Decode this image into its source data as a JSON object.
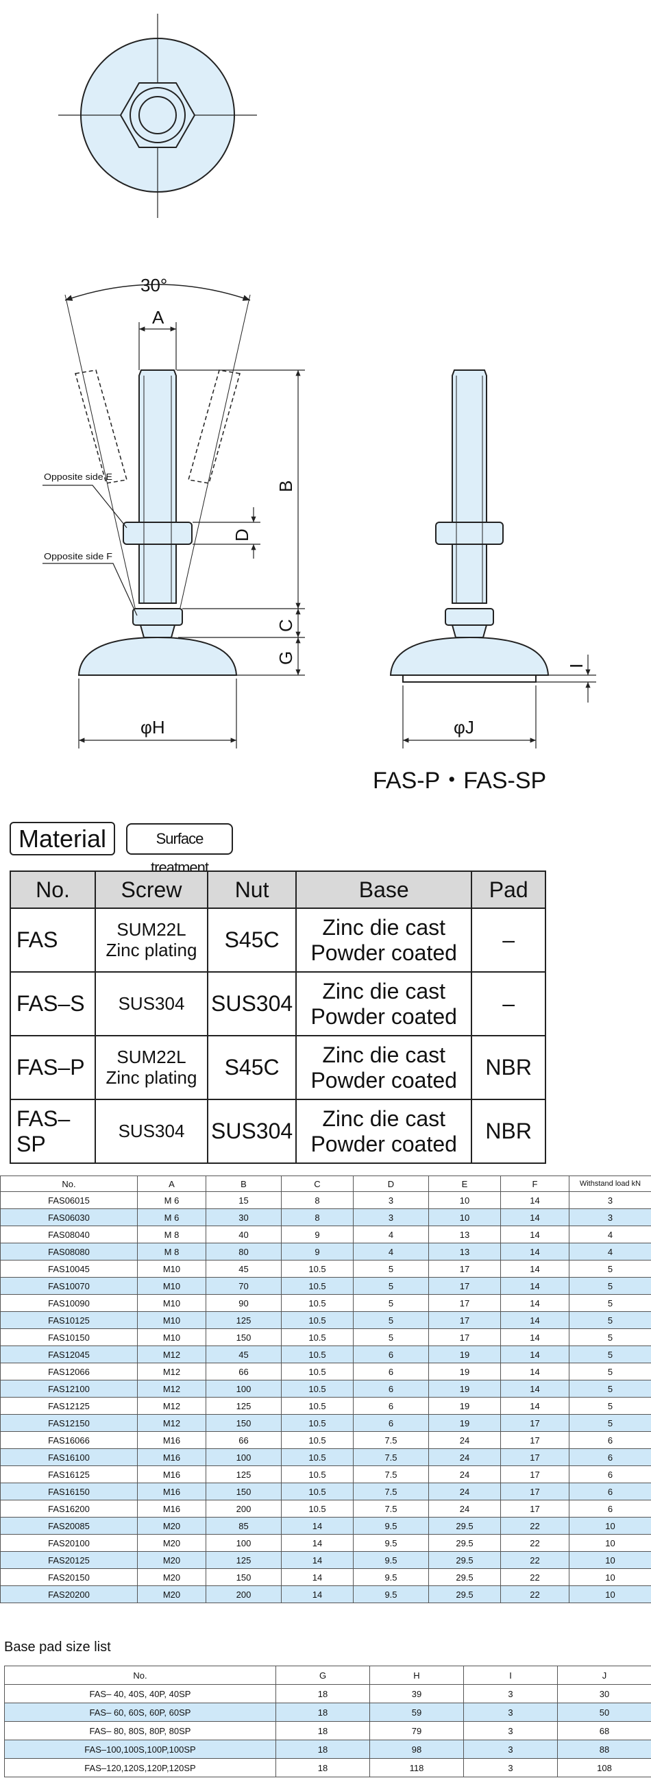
{
  "drawing": {
    "angle_label": "30°",
    "dim_a": "A",
    "dim_b": "B",
    "dim_c": "C",
    "dim_d": "D",
    "dim_g": "G",
    "dim_h": "φH",
    "dim_i": "I",
    "dim_j": "φJ",
    "opposite_e": "Opposite side E",
    "opposite_f": "Opposite side F",
    "variant_caption": "FAS-P・FAS-SP"
  },
  "material": {
    "title": "Material",
    "surface_title": "Surface treatment",
    "headers": [
      "No.",
      "Screw",
      "Nut",
      "Base",
      "Pad"
    ],
    "rows": [
      {
        "no": "FAS",
        "screw": "SUM22L\nZinc plating",
        "nut": "S45C",
        "base": "Zinc die cast\nPowder coated",
        "pad": "–"
      },
      {
        "no": "FAS–S",
        "screw": "SUS304",
        "nut": "SUS304",
        "base": "Zinc die cast\nPowder coated",
        "pad": "–"
      },
      {
        "no": "FAS–P",
        "screw": "SUM22L\nZinc plating",
        "nut": "S45C",
        "base": "Zinc die cast\nPowder coated",
        "pad": "NBR"
      },
      {
        "no": "FAS–SP",
        "screw": "SUS304",
        "nut": "SUS304",
        "base": "Zinc die cast\nPowder coated",
        "pad": "NBR"
      }
    ]
  },
  "spec": {
    "headers": [
      "No.",
      "A",
      "B",
      "C",
      "D",
      "E",
      "F",
      "Withstand load kN"
    ],
    "rows": [
      [
        "FAS06015",
        "M 6",
        "15",
        "8",
        "3",
        "10",
        "14",
        "3"
      ],
      [
        "FAS06030",
        "M 6",
        "30",
        "8",
        "3",
        "10",
        "14",
        "3"
      ],
      [
        "FAS08040",
        "M 8",
        "40",
        "9",
        "4",
        "13",
        "14",
        "4"
      ],
      [
        "FAS08080",
        "M 8",
        "80",
        "9",
        "4",
        "13",
        "14",
        "4"
      ],
      [
        "FAS10045",
        "M10",
        "45",
        "10.5",
        "5",
        "17",
        "14",
        "5"
      ],
      [
        "FAS10070",
        "M10",
        "70",
        "10.5",
        "5",
        "17",
        "14",
        "5"
      ],
      [
        "FAS10090",
        "M10",
        "90",
        "10.5",
        "5",
        "17",
        "14",
        "5"
      ],
      [
        "FAS10125",
        "M10",
        "125",
        "10.5",
        "5",
        "17",
        "14",
        "5"
      ],
      [
        "FAS10150",
        "M10",
        "150",
        "10.5",
        "5",
        "17",
        "14",
        "5"
      ],
      [
        "FAS12045",
        "M12",
        "45",
        "10.5",
        "6",
        "19",
        "14",
        "5"
      ],
      [
        "FAS12066",
        "M12",
        "66",
        "10.5",
        "6",
        "19",
        "14",
        "5"
      ],
      [
        "FAS12100",
        "M12",
        "100",
        "10.5",
        "6",
        "19",
        "14",
        "5"
      ],
      [
        "FAS12125",
        "M12",
        "125",
        "10.5",
        "6",
        "19",
        "14",
        "5"
      ],
      [
        "FAS12150",
        "M12",
        "150",
        "10.5",
        "6",
        "19",
        "17",
        "5"
      ],
      [
        "FAS16066",
        "M16",
        "66",
        "10.5",
        "7.5",
        "24",
        "17",
        "6"
      ],
      [
        "FAS16100",
        "M16",
        "100",
        "10.5",
        "7.5",
        "24",
        "17",
        "6"
      ],
      [
        "FAS16125",
        "M16",
        "125",
        "10.5",
        "7.5",
        "24",
        "17",
        "6"
      ],
      [
        "FAS16150",
        "M16",
        "150",
        "10.5",
        "7.5",
        "24",
        "17",
        "6"
      ],
      [
        "FAS16200",
        "M16",
        "200",
        "10.5",
        "7.5",
        "24",
        "17",
        "6"
      ],
      [
        "FAS20085",
        "M20",
        "85",
        "14",
        "9.5",
        "29.5",
        "22",
        "10"
      ],
      [
        "FAS20100",
        "M20",
        "100",
        "14",
        "9.5",
        "29.5",
        "22",
        "10"
      ],
      [
        "FAS20125",
        "M20",
        "125",
        "14",
        "9.5",
        "29.5",
        "22",
        "10"
      ],
      [
        "FAS20150",
        "M20",
        "150",
        "14",
        "9.5",
        "29.5",
        "22",
        "10"
      ],
      [
        "FAS20200",
        "M20",
        "200",
        "14",
        "9.5",
        "29.5",
        "22",
        "10"
      ]
    ]
  },
  "basepad": {
    "title": "Base pad size list",
    "headers": [
      "No.",
      "G",
      "H",
      "I",
      "J"
    ],
    "rows": [
      [
        "FAS– 40, 40S, 40P, 40SP",
        "18",
        "39",
        "3",
        "30"
      ],
      [
        "FAS– 60, 60S, 60P, 60SP",
        "18",
        "59",
        "3",
        "50"
      ],
      [
        "FAS– 80, 80S, 80P, 80SP",
        "18",
        "79",
        "3",
        "68"
      ],
      [
        "FAS–100,100S,100P,100SP",
        "18",
        "98",
        "3",
        "88"
      ],
      [
        "FAS–120,120S,120P,120SP",
        "18",
        "118",
        "3",
        "108"
      ]
    ]
  },
  "colors": {
    "part_fill": "#ddeef9",
    "row_alt": "#cfe8f8",
    "header_gray": "#d9d9d9"
  }
}
